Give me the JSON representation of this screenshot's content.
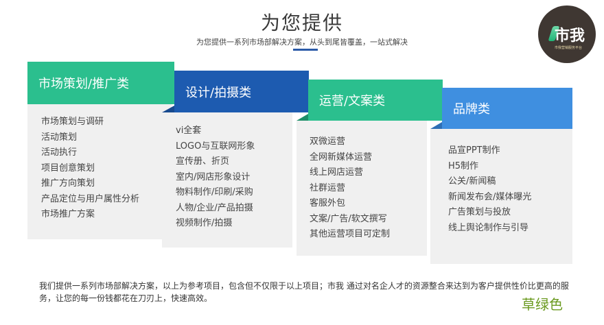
{
  "header": {
    "title": "为您提供",
    "subtitle": "为您提供一系列市场部解决方案，从头到尾皆覆盖，一站式解决"
  },
  "logo": {
    "text": "市我",
    "subtext": "市我营销服务平台"
  },
  "cards": [
    {
      "title": "市场策划/推广类",
      "color": "#2bbf8e",
      "items": [
        "市场策划与调研",
        "活动策划",
        "活动执行",
        "项目创意策划",
        "推广方向策划",
        "产品定位与用户属性分析",
        "市场推广方案"
      ]
    },
    {
      "title": "设计/拍摄类",
      "color": "#1d5bb0",
      "items": [
        "vi全套",
        "LOGO与互联网形象",
        "宣传册、折页",
        "室内/网店形象设计",
        "物料制作/印刷/采购",
        "人物/企业/产品拍摄",
        "视频制作/拍摄"
      ]
    },
    {
      "title": "运营/文案类",
      "color": "#2bbf8e",
      "items": [
        "双微运营",
        "全网新媒体运营",
        "线上网店运营",
        "社群运营",
        "客服外包",
        "文案/广告/软文撰写",
        "其他运营项目可定制"
      ]
    },
    {
      "title": "品牌类",
      "color": "#3f8fe0",
      "items": [
        "品宣PPT制作",
        "H5制作",
        "公关/新闻稿",
        "新闻发布会/媒体曝光",
        "广告策划与投放",
        "线上舆论制作与引导"
      ]
    }
  ],
  "footer": {
    "text": "我们提供一系列市场部解决方案，以上为参考项目，包含但不仅限于以上项目；市我 通过对名企人才的资源整合来达到为客户提供性价比更高的服务，让您的每一份钱都花在刀刃上，快速高效。",
    "note": "草绿色"
  }
}
